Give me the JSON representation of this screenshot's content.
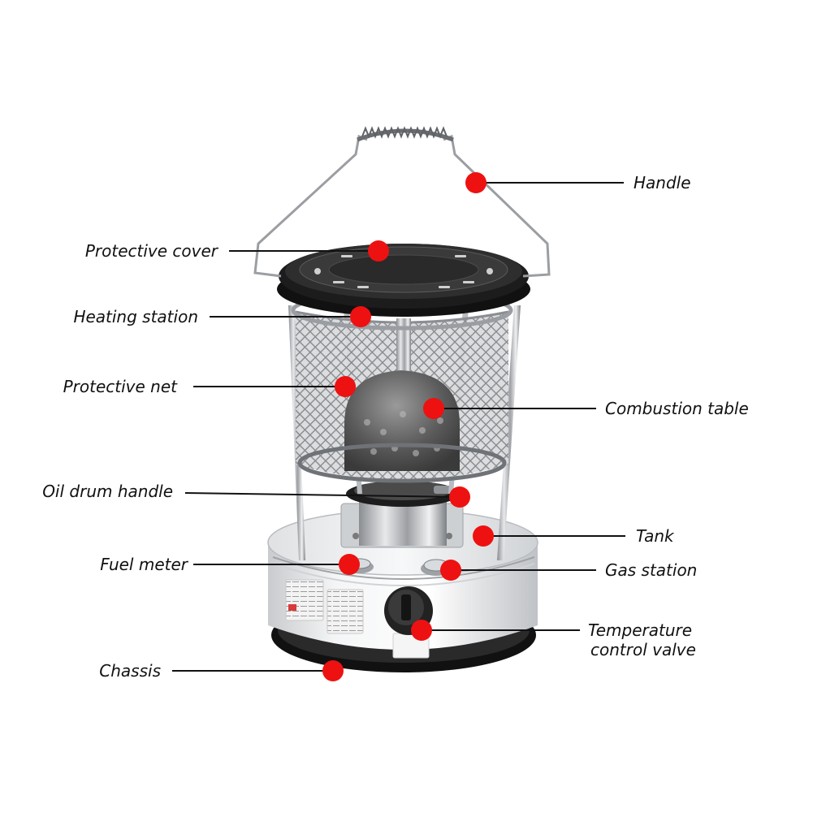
{
  "labels": {
    "handle": "Handle",
    "protective_cover": "Protective cover",
    "heating_station": "Heating station",
    "protective_net": "Protective net",
    "combustion_table": "Combustion table",
    "oil_drum_handle": "Oil drum handle",
    "tank": "Tank",
    "fuel_meter": "Fuel meter",
    "gas_station": "Gas station",
    "temperature_control_valve_line1": "Temperature",
    "temperature_control_valve_line2": "control valve",
    "chassis": "Chassis"
  },
  "colors": {
    "marker": "#ee1111",
    "leader_line": "#111111",
    "label_text": "#111111"
  }
}
